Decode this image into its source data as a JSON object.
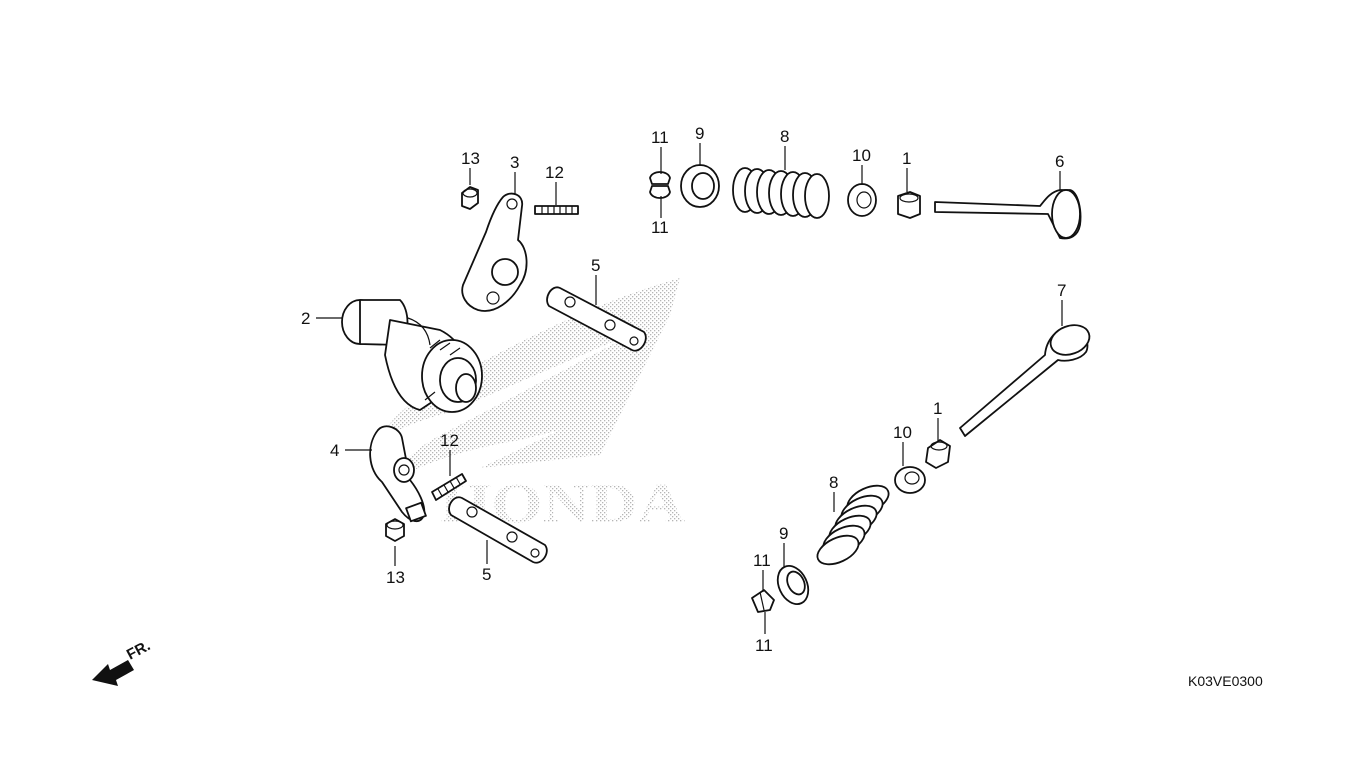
{
  "diagram": {
    "code": "K03VE0300",
    "front_marker": "FR.",
    "watermark_text": "HONDA",
    "colors": {
      "ink": "#111111",
      "watermark": "#b5b5b5",
      "background": "#ffffff"
    },
    "callouts": {
      "c1a": "1",
      "c1b": "1",
      "c2": "2",
      "c3": "3",
      "c4": "4",
      "c5a": "5",
      "c5b": "5",
      "c6": "6",
      "c7": "7",
      "c8a": "8",
      "c8b": "8",
      "c9a": "9",
      "c9b": "9",
      "c10a": "10",
      "c10b": "10",
      "c11a": "11",
      "c11b": "11",
      "c11c": "11",
      "c11d": "11",
      "c12a": "12",
      "c12b": "12",
      "c13a": "13",
      "c13b": "13"
    }
  }
}
